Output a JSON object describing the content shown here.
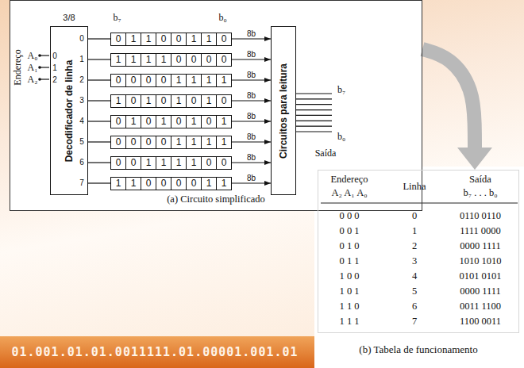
{
  "diagram": {
    "nodes": [
      {
        "text": [
          "(a) Circuito simplificado"
        ]
      },
      {
        "text": [
          "3/8",
          "Decodificador de linha"
        ],
        "in": 0
      },
      {
        "text": [
          "0",
          "1",
          "1",
          "0",
          "0",
          "1",
          "1",
          "0"
        ],
        "in": 0
      },
      {
        "text": [
          "1",
          "1",
          "1",
          "1",
          "0",
          "0",
          "0",
          "0"
        ],
        "in": 0
      },
      {
        "text": [
          "0",
          "0",
          "0",
          "0",
          "1",
          "1",
          "1",
          "1"
        ],
        "in": 0
      },
      {
        "text": [
          "1",
          "0",
          "1",
          "0",
          "1",
          "0",
          "1",
          "0"
        ],
        "in": 0
      },
      {
        "text": [
          "0",
          "1",
          "0",
          "1",
          "0",
          "1",
          "0",
          "1"
        ],
        "in": 0
      },
      {
        "text": [
          "0",
          "0",
          "0",
          "0",
          "1",
          "1",
          "1",
          "1"
        ],
        "in": 0
      },
      {
        "text": [
          "0",
          "0",
          "1",
          "1",
          "1",
          "1",
          "0",
          "0"
        ],
        "in": 0
      },
      {
        "text": [
          "1",
          "1",
          "0",
          "0",
          "0",
          "0",
          "1",
          "1"
        ],
        "in": 0
      },
      {
        "text": [
          "Circuitos para leitura"
        ],
        "in": 0
      },
      {
        "text": [
          "(b) Tabela de funcionamento"
        ]
      }
    ],
    "edges": [
      {
        "from": 1,
        "to": 2,
        "arrow": "none"
      },
      {
        "from": 1,
        "to": 3,
        "arrow": "none"
      },
      {
        "from": 1,
        "to": 4,
        "arrow": "none"
      },
      {
        "from": 1,
        "to": 5,
        "arrow": "none"
      },
      {
        "from": 1,
        "to": 6,
        "arrow": "none"
      },
      {
        "from": 1,
        "to": 7,
        "arrow": "none"
      },
      {
        "from": 1,
        "to": 8,
        "arrow": "none"
      },
      {
        "from": 1,
        "to": 9,
        "arrow": "none"
      },
      {
        "from": 2,
        "to": 10,
        "label": "8b",
        "arrow": "to"
      },
      {
        "from": 3,
        "to": 10,
        "label": "8b",
        "arrow": "to"
      },
      {
        "from": 4,
        "to": 10,
        "label": "8b",
        "arrow": "to"
      },
      {
        "from": 5,
        "to": 10,
        "label": "8b",
        "arrow": "to"
      },
      {
        "from": 6,
        "to": 10,
        "label": "8b",
        "arrow": "to"
      },
      {
        "from": 7,
        "to": 10,
        "label": "8b",
        "arrow": "to"
      },
      {
        "from": 8,
        "to": 10,
        "label": "8b",
        "arrow": "to"
      },
      {
        "from": 9,
        "to": 10,
        "label": "8b",
        "arrow": "to"
      },
      {
        "from": 0,
        "to": 11,
        "arrow": "to"
      }
    ],
    "labels": [
      "Endereço",
      "A₀",
      "A₁",
      "A₂",
      "0",
      "1",
      "2",
      "0",
      "1",
      "2",
      "3",
      "4",
      "5",
      "6",
      "7",
      "b₇",
      "b₀",
      "b₇",
      "b₀",
      "Saída",
      "Endereço",
      "A₂ A₁ A₀",
      "Linha",
      "Saída",
      "b₇ . . . b₀",
      "0 0 0",
      "0",
      "0110 0110",
      "0 0 1",
      "1",
      "1111 0000",
      "0 1 0",
      "2",
      "0000 1111",
      "0 1 1",
      "3",
      "1010 1010",
      "1 0 0",
      "4",
      "0101 0101",
      "1 0 1",
      "5",
      "0000 1111",
      "1 1 0",
      "6",
      "0011 1100",
      "1 1 1",
      "7",
      "1100 0011",
      "01.001.01.01.0011111.01.00001.001.01"
    ]
  }
}
